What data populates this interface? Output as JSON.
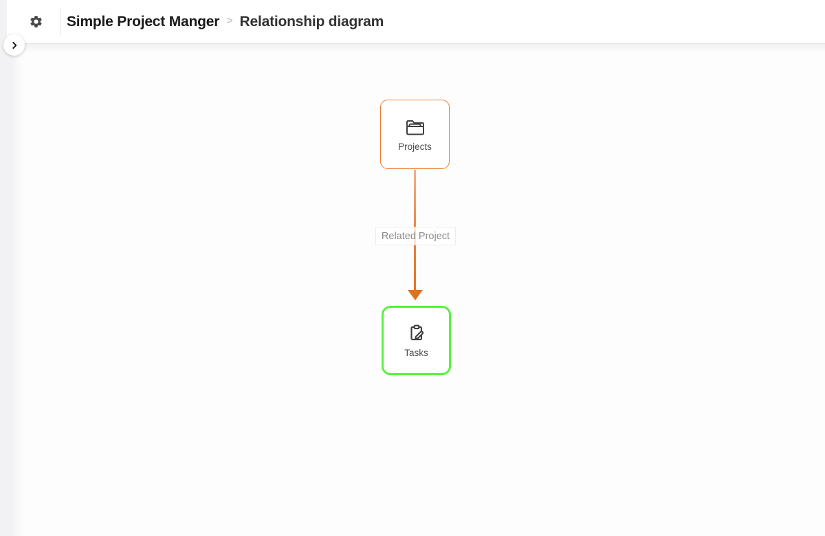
{
  "header": {
    "settings_icon": "gear-icon",
    "expand_icon": "chevron-right-icon",
    "breadcrumb": {
      "app_name": "Simple Project Manger",
      "separator": ">",
      "page_name": "Relationship diagram"
    }
  },
  "diagram": {
    "nodes": [
      {
        "id": "projects",
        "label": "Projects",
        "icon": "open-folder-icon",
        "accent_color": "#EC7D33"
      },
      {
        "id": "tasks",
        "label": "Tasks",
        "icon": "clipboard-edit-icon",
        "accent_color": "#58F23B"
      }
    ],
    "edge": {
      "from": "projects",
      "to": "tasks",
      "label": "Related Project",
      "color": "#E8731D"
    }
  }
}
